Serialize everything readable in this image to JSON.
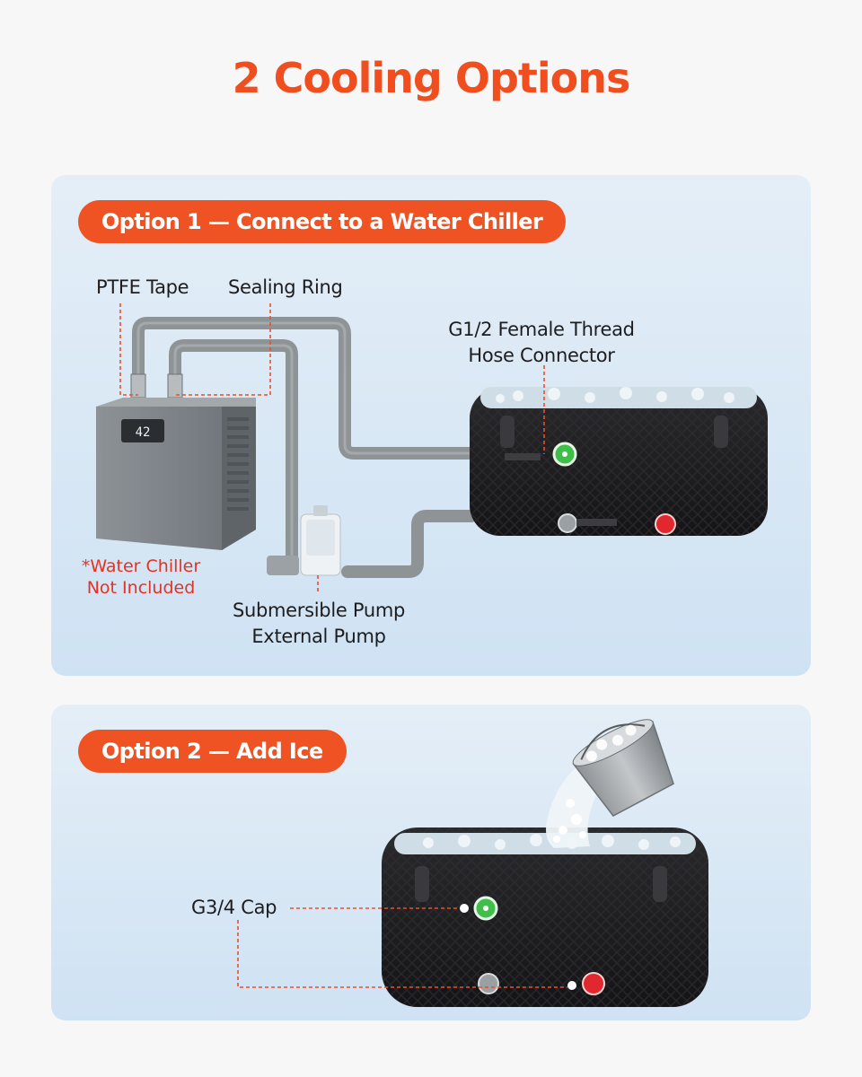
{
  "title": "2 Cooling Options",
  "option1": {
    "heading": "Option 1 — Connect to a Water Chiller",
    "ptfe_label": "PTFE Tape",
    "sealing_label": "Sealing Ring",
    "connector_label_line1": "G1/2 Female Thread",
    "connector_label_line2": "Hose Connector",
    "chiller_note_line1": "*Water Chiller",
    "chiller_note_line2": "Not Included",
    "pump_label_line1": "Submersible Pump",
    "pump_label_line2": "External Pump",
    "chiller_display": "42"
  },
  "option2": {
    "heading": "Option 2 — Add Ice",
    "cap_label": "G3/4 Cap"
  },
  "colors": {
    "accent": "#f05323",
    "leader": "#e8502a",
    "tub": "#1c1c1e",
    "green_valve": "#3fbf4a",
    "red_valve": "#e0282e"
  }
}
